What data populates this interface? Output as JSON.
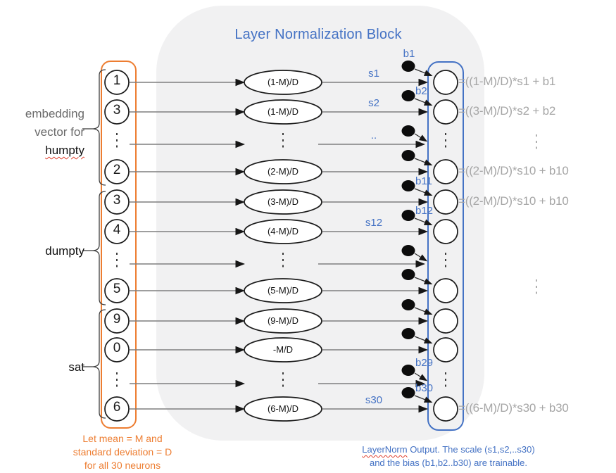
{
  "title": "Layer Normalization Block",
  "colors": {
    "accent_blue": "#4472C4",
    "accent_orange": "#ED7D31",
    "equation_gray": "#A6A6A6",
    "block_background": "#F1F1F2"
  },
  "left_labels": {
    "embedding_line1": "embedding",
    "embedding_line2": "vector for",
    "word1": "humpty",
    "word2": "dumpty",
    "word3": "sat"
  },
  "rows": [
    {
      "value": "1",
      "formula": "(1-M)/D",
      "s_label": "s1",
      "b_label": "b1",
      "equation": "=((1-M)/D)*s1 + b1"
    },
    {
      "value": "3",
      "formula": "(1-M)/D",
      "s_label": "s2",
      "b_label": "b2",
      "equation": "=((3-M)/D)*s2 + b2"
    },
    {
      "value": "⋮",
      "formula": "⋮",
      "s_label": "..",
      "b_label": "",
      "equation": "⋮",
      "output": "⋮"
    },
    {
      "value": "2",
      "formula": "(2-M)/D",
      "s_label": "",
      "b_label": "",
      "equation": "=((2-M)/D)*s10 + b10"
    },
    {
      "value": "3",
      "formula": "(3-M)/D",
      "s_label": "",
      "b_label": "b11",
      "equation": "=((2-M)/D)*s10 + b10"
    },
    {
      "value": "4",
      "formula": "(4-M)/D",
      "s_label": "s12",
      "b_label": "b12",
      "equation": ""
    },
    {
      "value": "⋮",
      "formula": "⋮",
      "s_label": "",
      "b_label": "",
      "equation": "",
      "output": "⋮"
    },
    {
      "value": "5",
      "formula": "(5-M)/D",
      "s_label": "",
      "b_label": "",
      "equation": ""
    },
    {
      "value": "9",
      "formula": "(9-M)/D",
      "s_label": "",
      "b_label": "",
      "equation": ""
    },
    {
      "value": "0",
      "formula": "-M/D",
      "s_label": "",
      "b_label": "",
      "equation": ""
    },
    {
      "value": "⋮",
      "formula": "⋮",
      "s_label": "",
      "b_label": "b29",
      "equation": "",
      "output": "⋮"
    },
    {
      "value": "6",
      "formula": "(6-M)/D",
      "s_label": "s30",
      "b_label": "b30",
      "equation": "=((6-M)/D)*s30 + b30"
    }
  ],
  "equation_column_extra_dots": "⋮",
  "notes": {
    "orange_line1": "Let mean = M and",
    "orange_line2": "standard deviation = D",
    "orange_line3": "for all 30 neurons",
    "blue_word": "LayerNorm",
    "blue_line1_rest": " Output. The scale (s1,s2,..s30)",
    "blue_line2": "and the bias (b1,b2..b30) are trainable."
  }
}
